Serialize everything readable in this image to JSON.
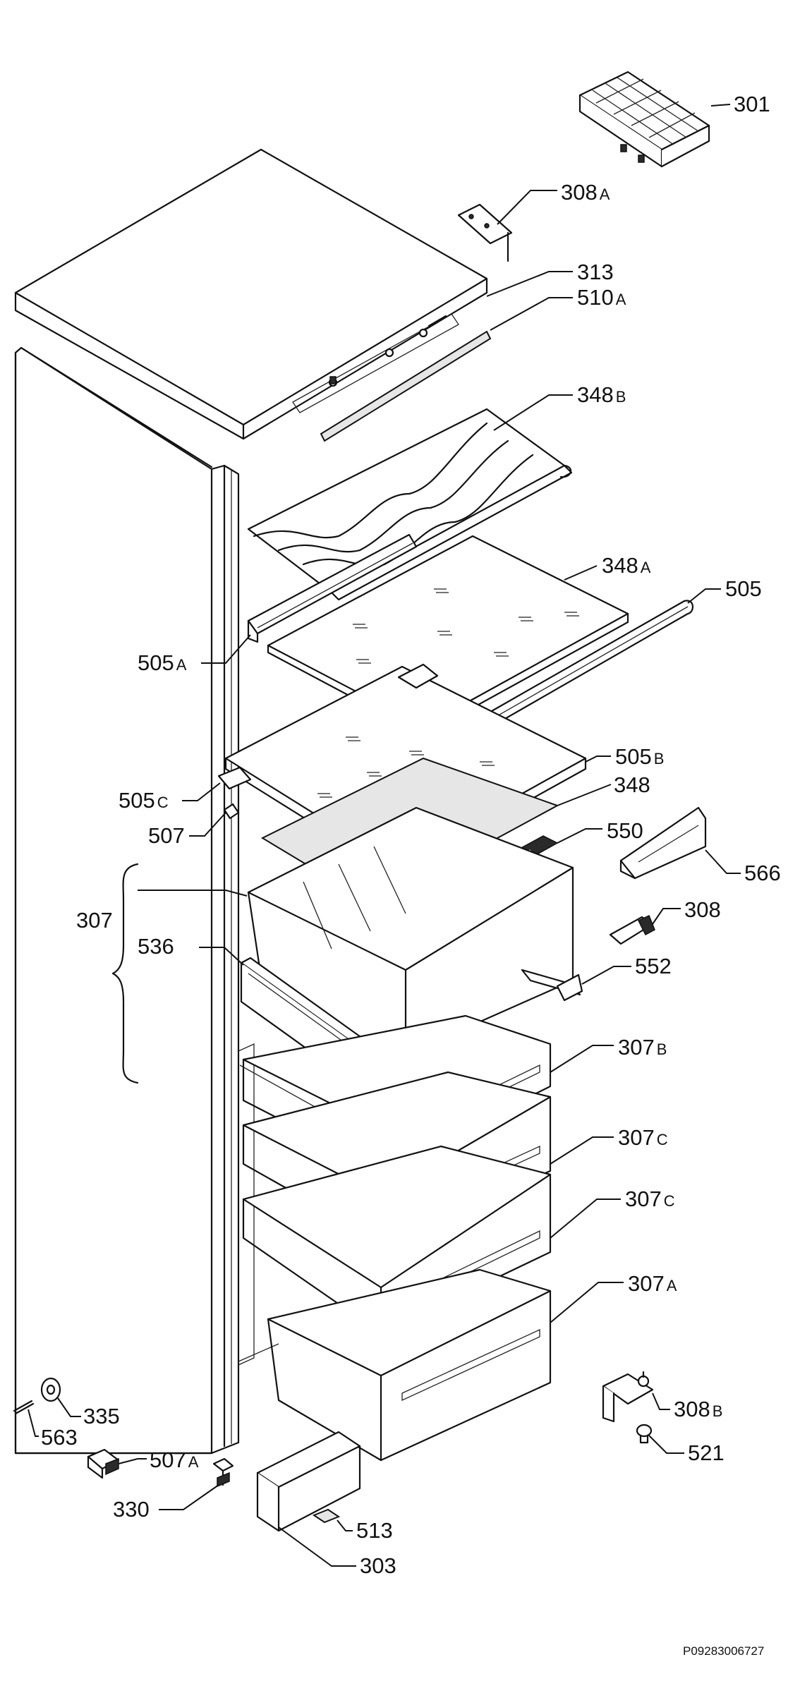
{
  "parts": [
    {
      "id": "p301",
      "num": "301",
      "suf": ""
    },
    {
      "id": "p308a",
      "num": "308",
      "suf": "A"
    },
    {
      "id": "p313",
      "num": "313",
      "suf": ""
    },
    {
      "id": "p510a",
      "num": "510",
      "suf": "A"
    },
    {
      "id": "p348b",
      "num": "348",
      "suf": "B"
    },
    {
      "id": "p348a",
      "num": "348",
      "suf": "A"
    },
    {
      "id": "p505",
      "num": "505",
      "suf": ""
    },
    {
      "id": "p505a",
      "num": "505",
      "suf": "A"
    },
    {
      "id": "p505b",
      "num": "505",
      "suf": "B"
    },
    {
      "id": "p348",
      "num": "348",
      "suf": ""
    },
    {
      "id": "p505c",
      "num": "505",
      "suf": "C"
    },
    {
      "id": "p507",
      "num": "507",
      "suf": ""
    },
    {
      "id": "p550",
      "num": "550",
      "suf": ""
    },
    {
      "id": "p566",
      "num": "566",
      "suf": ""
    },
    {
      "id": "p307",
      "num": "307",
      "suf": ""
    },
    {
      "id": "p308",
      "num": "308",
      "suf": ""
    },
    {
      "id": "p536",
      "num": "536",
      "suf": ""
    },
    {
      "id": "p552",
      "num": "552",
      "suf": ""
    },
    {
      "id": "p307b",
      "num": "307",
      "suf": "B"
    },
    {
      "id": "p307c1",
      "num": "307",
      "suf": "C"
    },
    {
      "id": "p307c2",
      "num": "307",
      "suf": "C"
    },
    {
      "id": "p307a",
      "num": "307",
      "suf": "A"
    },
    {
      "id": "p335",
      "num": "335",
      "suf": ""
    },
    {
      "id": "p563",
      "num": "563",
      "suf": ""
    },
    {
      "id": "p308b",
      "num": "308",
      "suf": "B"
    },
    {
      "id": "p507a",
      "num": "507",
      "suf": "A"
    },
    {
      "id": "p521",
      "num": "521",
      "suf": ""
    },
    {
      "id": "p330",
      "num": "330",
      "suf": ""
    },
    {
      "id": "p513",
      "num": "513",
      "suf": ""
    },
    {
      "id": "p303",
      "num": "303",
      "suf": ""
    }
  ],
  "drawing_code": "P09283006727"
}
